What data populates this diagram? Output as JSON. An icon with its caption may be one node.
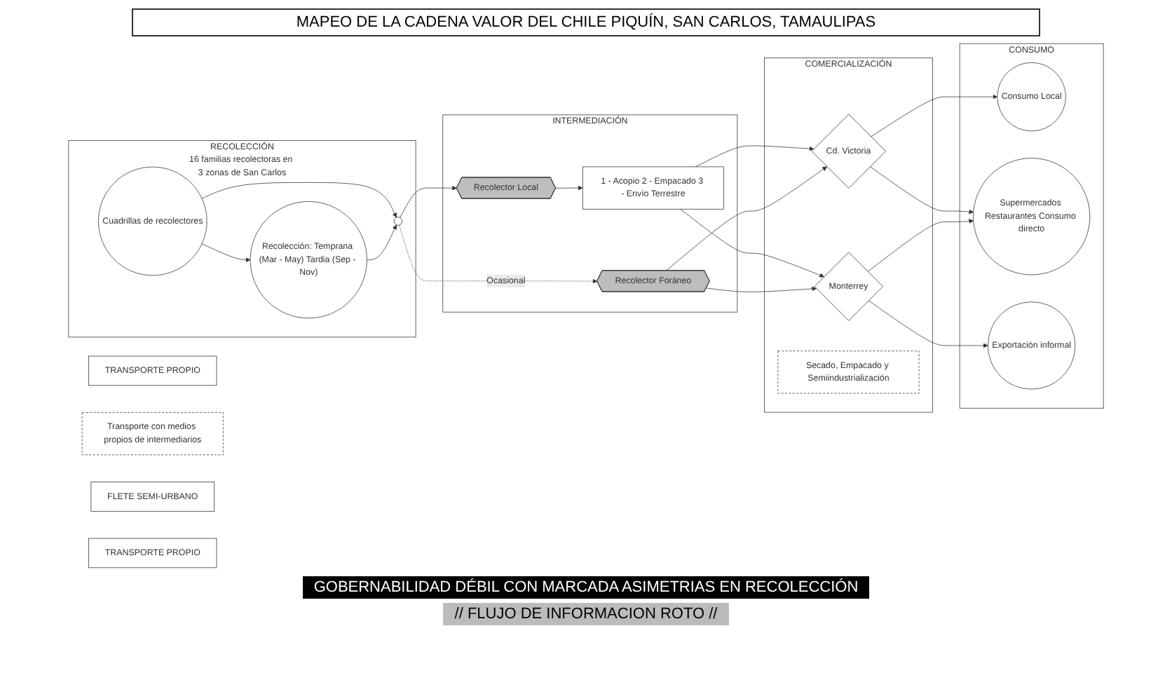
{
  "diagram": {
    "title": "MAPEO DE LA CADENA VALOR DEL CHILE PIQUÍN, SAN CARLOS, TAMAULIPAS",
    "nodes": [
      {
        "text": [
          "RECOLECCIÓN",
          "16 familias recolectoras en 3 zonas de San Carlos"
        ]
      },
      {
        "text": [
          "Cuadrillas de recolectores"
        ],
        "in": 0
      },
      {
        "text": [],
        "shape": "circle",
        "in": 0
      },
      {
        "text": [
          "Recolección: Temprana (Mar - May) Tardia (Sep - Nov)"
        ],
        "in": 0
      },
      {
        "text": [
          "TRANSPORTE PROPIO"
        ]
      },
      {
        "text": [
          "INTERMEDIACIÓN"
        ]
      },
      {
        "text": [
          "Recolector Local"
        ],
        "in": 5
      },
      {
        "text": [
          "1 - Acopio 2 - Empacado 3 - Envío Terrestre"
        ],
        "in": 5
      },
      {
        "text": [
          "Recolector Foráneo"
        ],
        "in": 5
      },
      {
        "text": [
          "Transporte con medios propios de intermediarios"
        ]
      },
      {
        "text": [
          "FLETE SEMI-URBANO"
        ]
      },
      {
        "text": [
          "COMERCIALIZACIÓN"
        ]
      },
      {
        "text": [
          "Cd. Victoria"
        ],
        "in": 11
      },
      {
        "text": [
          "Monterrey"
        ],
        "in": 11
      },
      {
        "text": [
          "Secado, Empacado y Semiindustrialización"
        ],
        "in": 11
      },
      {
        "text": [
          "TRANSPORTE PROPIO"
        ]
      },
      {
        "text": [
          "CONSUMO"
        ]
      },
      {
        "text": [
          "Consumo Local"
        ],
        "in": 16
      },
      {
        "text": [
          "Supermercados Restaurantes Consumo directo"
        ],
        "in": 16
      },
      {
        "text": [
          "Exportación informal"
        ],
        "in": 16
      }
    ],
    "edges": [
      {
        "from": 1,
        "to": 2,
        "arrow": "to"
      },
      {
        "from": 1,
        "to": 3,
        "arrow": "to"
      },
      {
        "from": 3,
        "to": 2,
        "arrow": "to"
      },
      {
        "from": 2,
        "to": 6,
        "arrow": "to"
      },
      {
        "from": 2,
        "to": 8,
        "arrow": "to",
        "style": "dashed",
        "label": "Ocasional"
      },
      {
        "from": 6,
        "to": 7,
        "arrow": "to"
      },
      {
        "from": 7,
        "to": 12,
        "arrow": "to"
      },
      {
        "from": 7,
        "to": 13,
        "arrow": "to"
      },
      {
        "from": 8,
        "to": 12,
        "arrow": "to"
      },
      {
        "from": 8,
        "to": 13,
        "arrow": "to"
      },
      {
        "from": 12,
        "to": 17,
        "arrow": "to"
      },
      {
        "from": 12,
        "to": 18,
        "arrow": "to"
      },
      {
        "from": 13,
        "to": 19,
        "arrow": "to"
      },
      {
        "from": 13,
        "to": 18,
        "arrow": "to"
      }
    ],
    "labels": [
      "GOBERNABILIDAD DÉBIL CON MARCADA ASIMETRIAS EN RECOLECCIÓN",
      "//   FLUJO DE INFORMACION ROTO   //"
    ]
  }
}
